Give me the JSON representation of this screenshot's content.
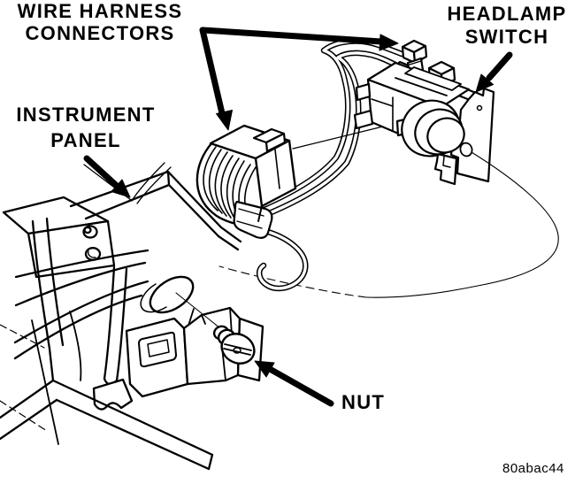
{
  "figure": {
    "background": "#ffffff",
    "ink": "#000000",
    "code": "80abac44"
  },
  "labels": {
    "wire_harness_connectors": {
      "line1": "WIRE HARNESS",
      "line2": "CONNECTORS"
    },
    "headlamp_switch": {
      "line1": "HEADLAMP",
      "line2": "SWITCH"
    },
    "instrument_panel": {
      "line1": "INSTRUMENT",
      "line2": "PANEL"
    },
    "nut": {
      "line1": "NUT"
    }
  }
}
